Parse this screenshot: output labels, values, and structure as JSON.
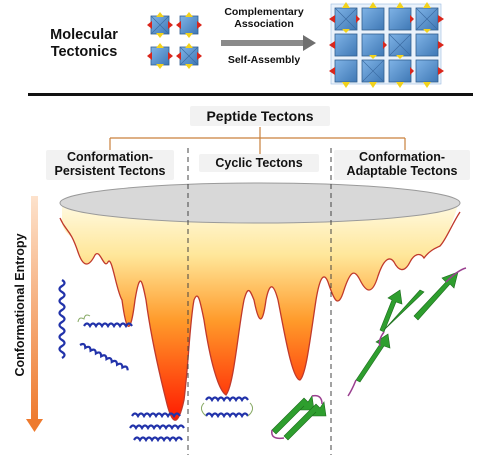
{
  "top": {
    "title": "Molecular\nTectonics",
    "arrow_top_label": "Complementary\nAssociation",
    "arrow_bottom_label": "Self-Assembly"
  },
  "header": {
    "title": "Peptide Tectons"
  },
  "columns": [
    {
      "label": "Conformation-\nPersistent Tectons"
    },
    {
      "label": "Cyclic Tectons"
    },
    {
      "label": "Conformation-\nAdaptable Tectons"
    }
  ],
  "axis": {
    "label": "Conformational Entropy"
  },
  "colors": {
    "tile": "#5b9bd5",
    "tile_border": "#3f6f9f",
    "red_connector": "#d9261c",
    "yellow_connector": "#f2d21b",
    "landscape_line": "#c0392b",
    "funnel_top": "#fff4c8",
    "funnel_bottom": "#ff2a00",
    "helix": "#2233aa",
    "sheet": "#2e9e2e",
    "axis_arrow": "#f08a3c"
  }
}
